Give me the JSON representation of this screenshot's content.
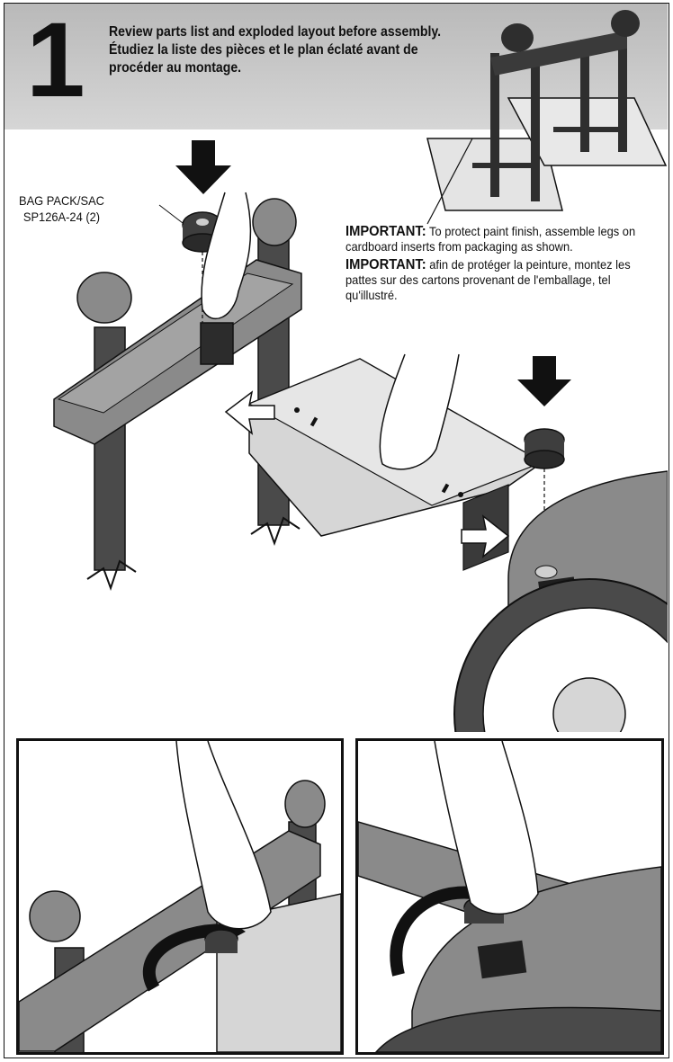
{
  "step": {
    "number": "1",
    "instruction_lines": [
      "Review parts list and exploded layout before assembly.",
      "Étudiez la liste des pièces et le plan éclaté avant de",
      "procéder au montage."
    ]
  },
  "callout": {
    "line1": "BAG PACK/SAC",
    "line2": "SP126A-24 (2)"
  },
  "important_en": {
    "label": "IMPORTANT:",
    "text": " To protect paint finish, assemble legs on cardboard inserts from packaging as shown."
  },
  "important_fr": {
    "label": "IMPORTANT:",
    "text": " afin de protéger la peinture, montez les pattes sur des cartons provenant de l'emballage, tel qu'illustré."
  },
  "colors": {
    "part_gray": "#8a8a8a",
    "tube_dark": "#4a4a4a",
    "light_gray": "#cfcfcf",
    "header_gray": "#c4c4c4",
    "ink": "#111111"
  }
}
